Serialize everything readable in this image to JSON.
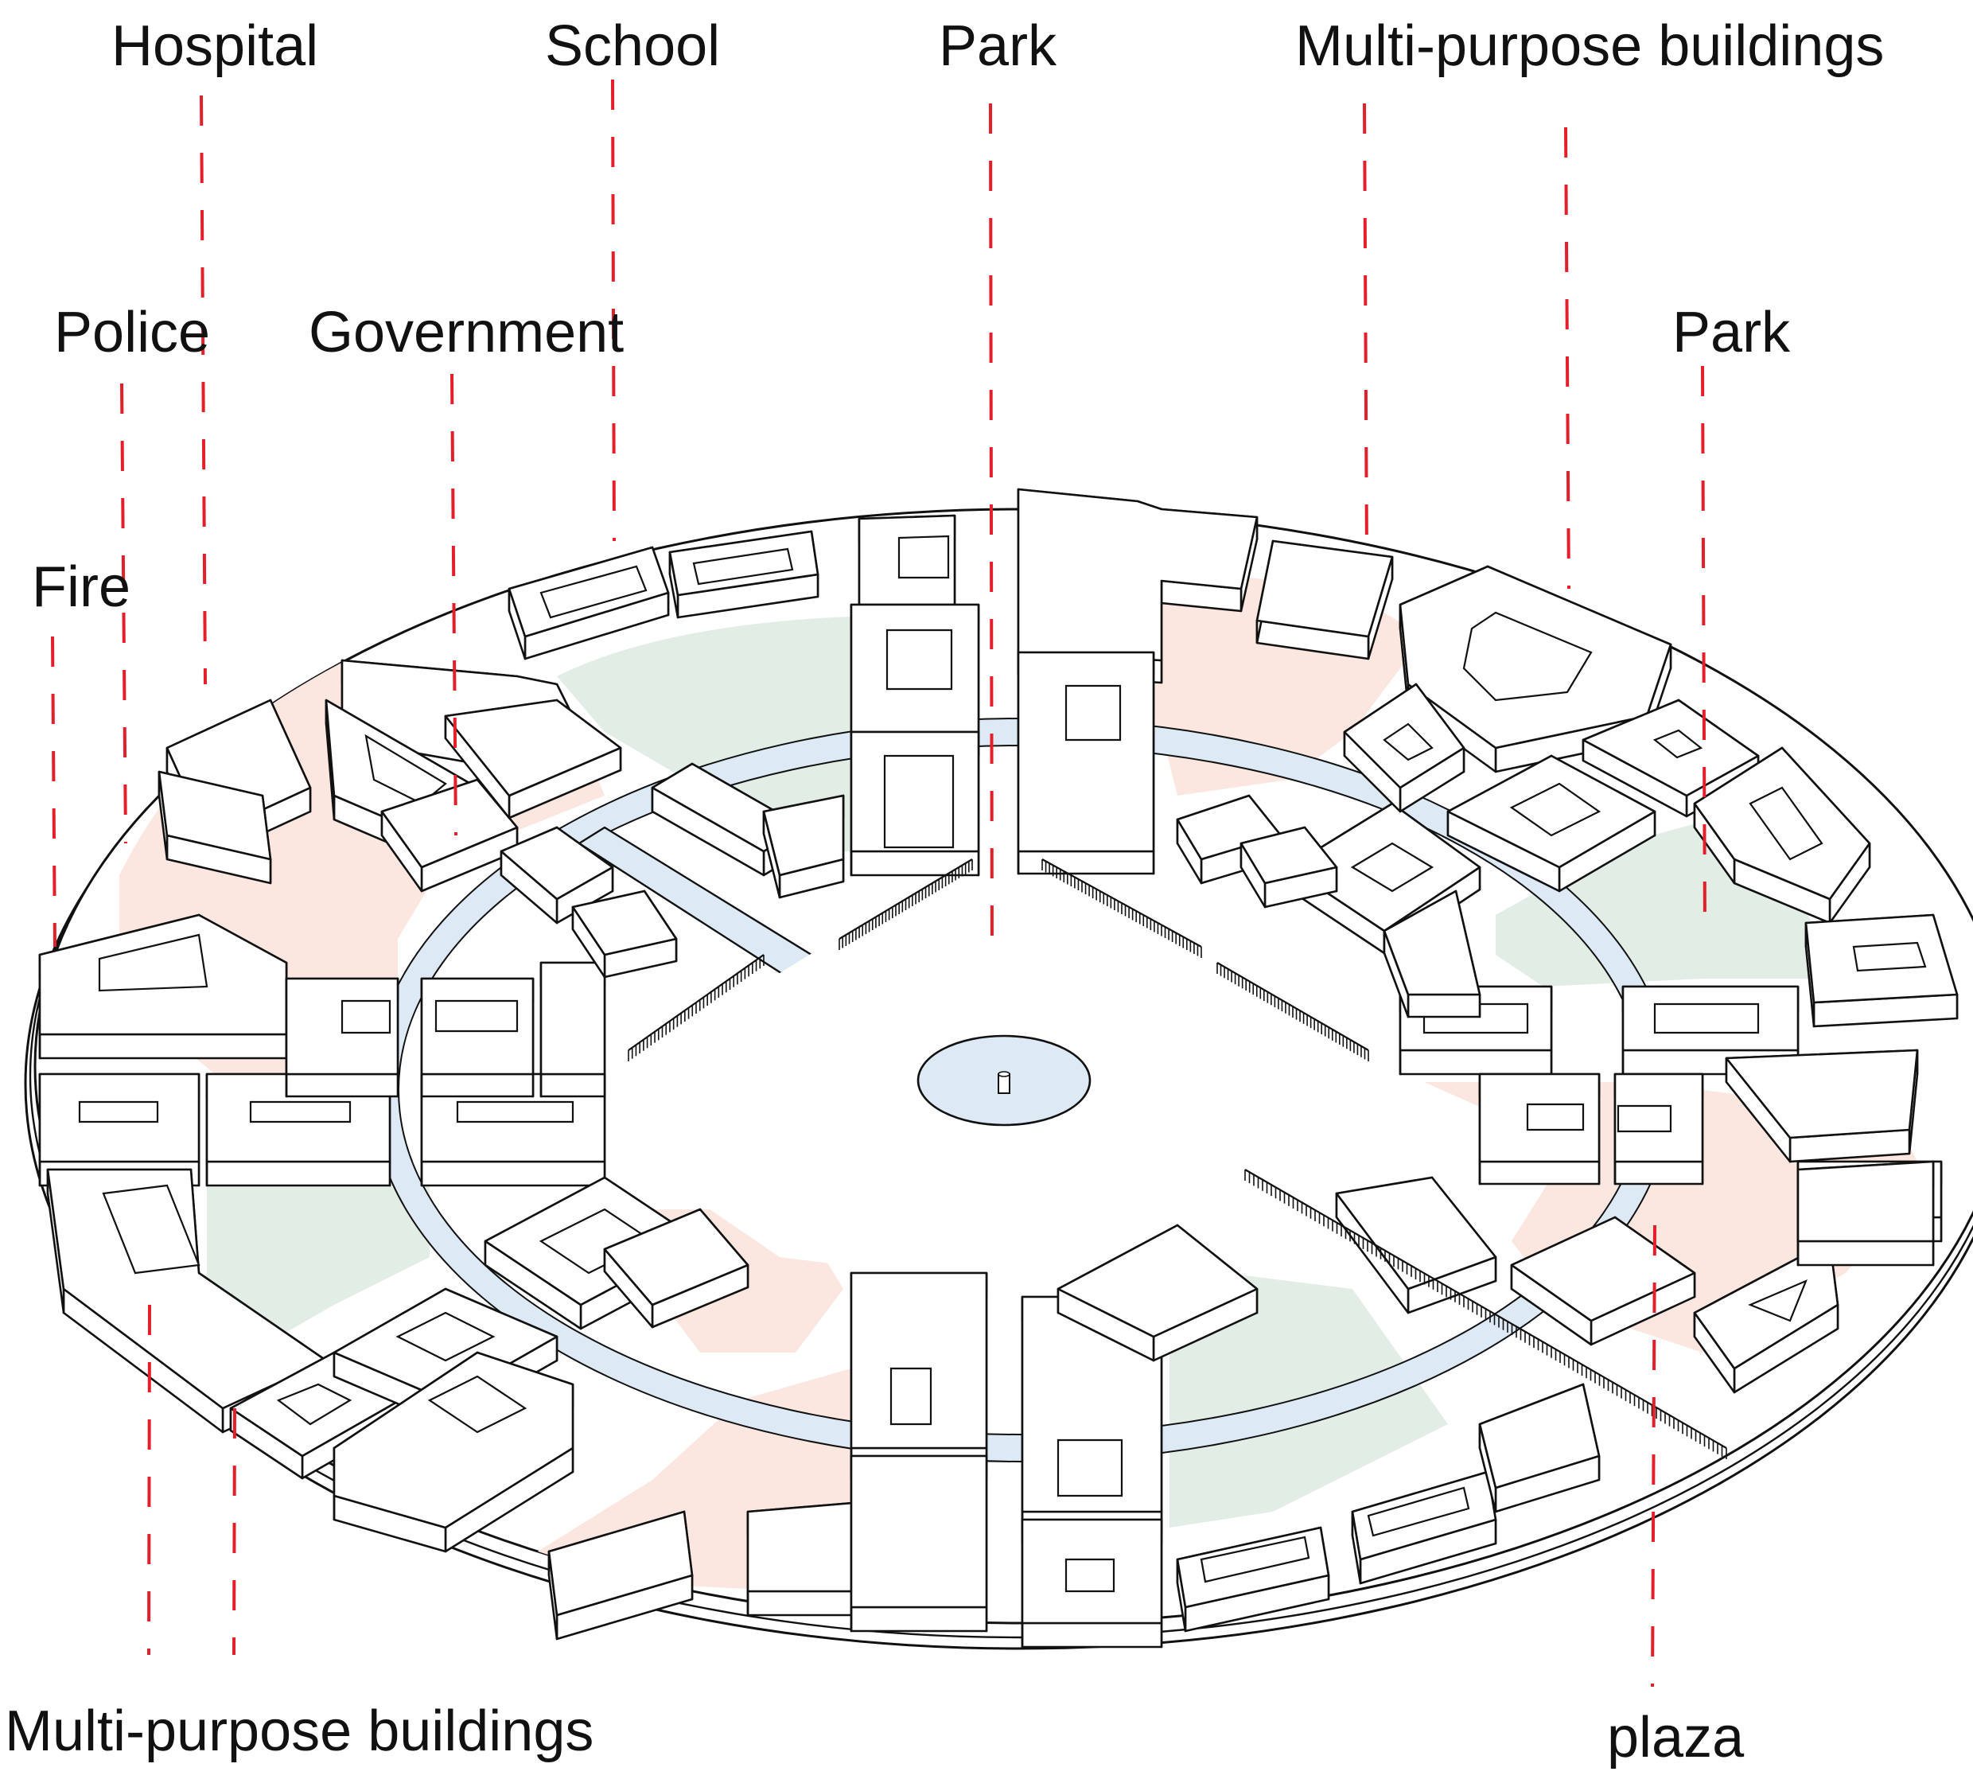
{
  "labels": {
    "hospital": "Hospital",
    "school": "School",
    "park_top": "Park",
    "multi_top": "Multi-purpose buildings",
    "police": "Police",
    "government": "Government",
    "park_right": "Park",
    "fire": "Fire",
    "multi_bottom": "Multi-purpose buildings",
    "plaza": "plaza"
  },
  "colors": {
    "leader": "#e3202a",
    "park_fill": "#e2ede5",
    "multi_fill": "#fbe6e0",
    "water_fill": "#dde9f4",
    "outline": "#111111"
  }
}
